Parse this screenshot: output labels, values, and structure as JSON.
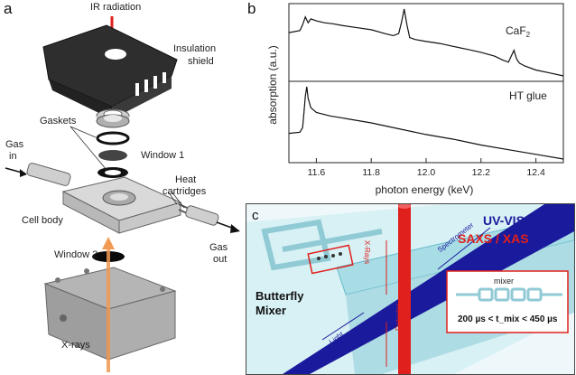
{
  "panel_a": {
    "letter": "a",
    "labels": {
      "ir": "IR radiation",
      "insulation": "Insulation",
      "shield": "shield",
      "gaskets": "Gaskets",
      "window1": "Window 1",
      "gas_in_1": "Gas",
      "gas_in_2": "in",
      "heat_1": "Heat",
      "heat_2": "cartridges",
      "cell_body": "Cell body",
      "window2": "Window 2",
      "gas_out_1": "Gas",
      "gas_out_2": "out",
      "xrays": "X-rays"
    }
  },
  "panel_c": {
    "letter": "c",
    "uvvis": "UV-VIS",
    "saxs": "SAXS / XAS",
    "butterfly_1": "Butterfly",
    "butterfly_2": "Mixer",
    "xrays_beam": "X-Rays",
    "spectrometer": "Spectrometer",
    "light": "Light",
    "detector": "Detector",
    "mixer": "mixer",
    "tmix": "200 µs < t_mix < 450 µs",
    "colors": {
      "uvvis": "#1a1a9c",
      "saxs": "#e0201c",
      "channel": "#a8dde6"
    }
  },
  "chart_data": {
    "type": "line",
    "letter": "b",
    "xlabel": "photon energy (keV)",
    "ylabel": "absorption (a.u.)",
    "xlim": [
      11.5,
      12.5
    ],
    "xticks": [
      "11.6",
      "11.8",
      "12.0",
      "12.2",
      "12.4"
    ],
    "xtick_values": [
      11.6,
      11.8,
      12.0,
      12.2,
      12.4
    ],
    "series": [
      {
        "name": "CaF2",
        "label_main": "CaF",
        "label_sub": "2",
        "x": [
          11.5,
          11.54,
          11.55,
          11.56,
          11.57,
          11.58,
          11.6,
          11.63,
          11.66,
          11.7,
          11.75,
          11.8,
          11.85,
          11.88,
          11.9,
          11.91,
          11.92,
          11.93,
          11.94,
          11.96,
          12.0,
          12.05,
          12.1,
          12.15,
          12.2,
          12.25,
          12.28,
          12.3,
          12.31,
          12.32,
          12.33,
          12.34,
          12.36,
          12.4,
          12.45,
          12.5
        ],
        "y": [
          0.0,
          0.02,
          0.08,
          0.16,
          0.1,
          0.14,
          0.12,
          0.1,
          0.09,
          0.07,
          0.05,
          0.03,
          -0.01,
          -0.03,
          -0.01,
          0.1,
          0.24,
          0.08,
          -0.05,
          -0.07,
          -0.09,
          -0.11,
          -0.14,
          -0.17,
          -0.2,
          -0.24,
          -0.28,
          -0.3,
          -0.24,
          -0.18,
          -0.27,
          -0.31,
          -0.34,
          -0.38,
          -0.41,
          -0.44
        ]
      },
      {
        "name": "HT glue",
        "label_main": "HT glue",
        "label_sub": "",
        "x": [
          11.5,
          11.54,
          11.55,
          11.555,
          11.56,
          11.565,
          11.57,
          11.58,
          11.6,
          11.65,
          11.7,
          11.8,
          11.9,
          12.0,
          12.1,
          12.2,
          12.3,
          12.4,
          12.5
        ],
        "y": [
          0.0,
          0.01,
          0.05,
          0.18,
          0.32,
          0.4,
          0.3,
          0.22,
          0.18,
          0.15,
          0.13,
          0.09,
          0.04,
          -0.01,
          -0.05,
          -0.1,
          -0.14,
          -0.18,
          -0.22
        ]
      }
    ]
  }
}
